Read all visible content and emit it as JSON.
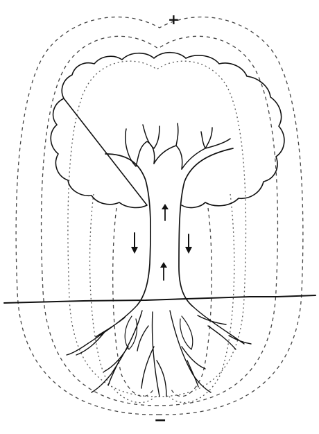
{
  "labels": {
    "top_sign": "+",
    "bottom_sign": "−"
  },
  "colors": {
    "ink": "#111111",
    "field_lines": "#444444",
    "background": "#ffffff"
  },
  "arrows": [
    {
      "name": "sap-up-trunk-top",
      "direction": "up"
    },
    {
      "name": "sap-up-trunk-lower",
      "direction": "up"
    },
    {
      "name": "current-down-left",
      "direction": "down"
    },
    {
      "name": "current-down-right",
      "direction": "down"
    }
  ]
}
